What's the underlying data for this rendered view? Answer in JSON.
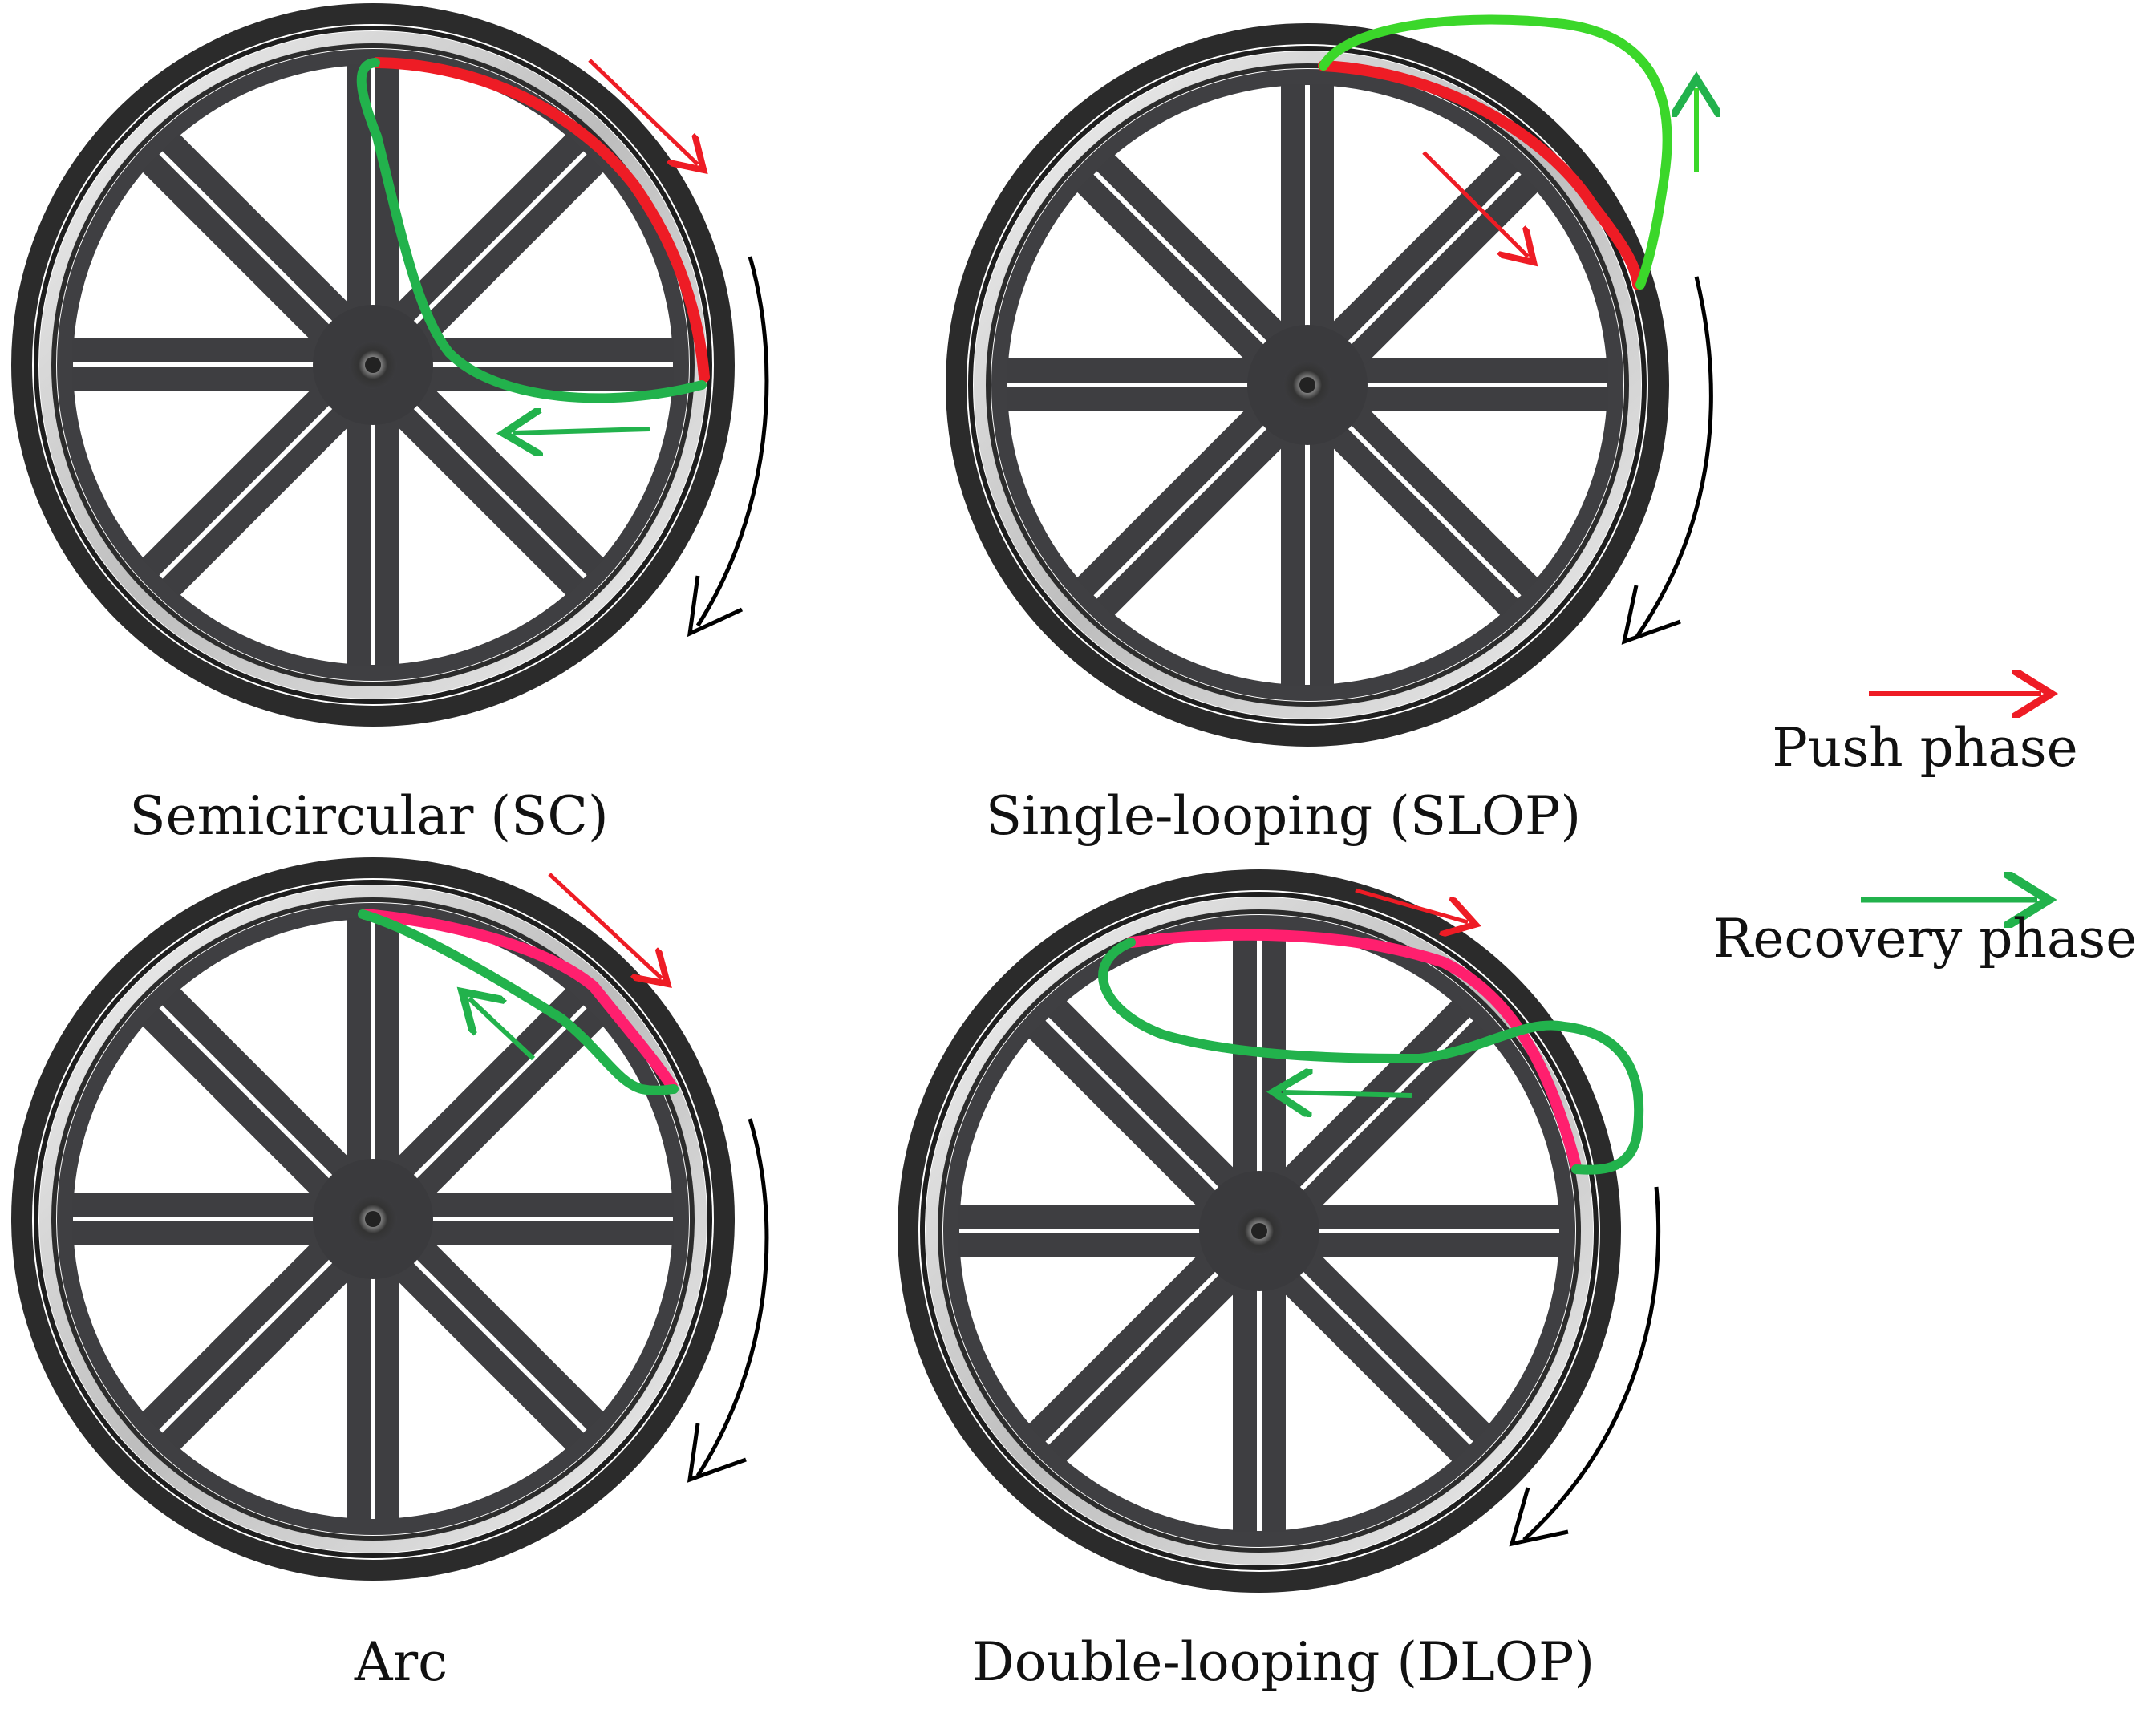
{
  "figure": {
    "panels": [
      {
        "id": "sc",
        "label": "Semicircular (SC)"
      },
      {
        "id": "slop",
        "label": "Single-looping (SLOP)"
      },
      {
        "id": "arc",
        "label": "Arc"
      },
      {
        "id": "dlop",
        "label": "Double-looping (DLOP)"
      }
    ],
    "legend": {
      "push_label": "Push phase",
      "recovery_label": "Recovery phase"
    }
  },
  "colors": {
    "push": "#ee1c25",
    "push_arc": "#ff1f6e",
    "recovery": "#22b24c",
    "recovery_bright": "#3bd72a",
    "tire": "#2a2a2a",
    "rim": "#d8d8d8",
    "spoke": "#3d3d40",
    "rotation_arrow": "#000000"
  },
  "icons": {
    "wheel": "wheelchair-wheel-icon",
    "rotation": "clockwise-rotation-arrow-icon",
    "push_arrow": "red-direction-arrow-icon",
    "recovery_arrow": "green-direction-arrow-icon"
  }
}
